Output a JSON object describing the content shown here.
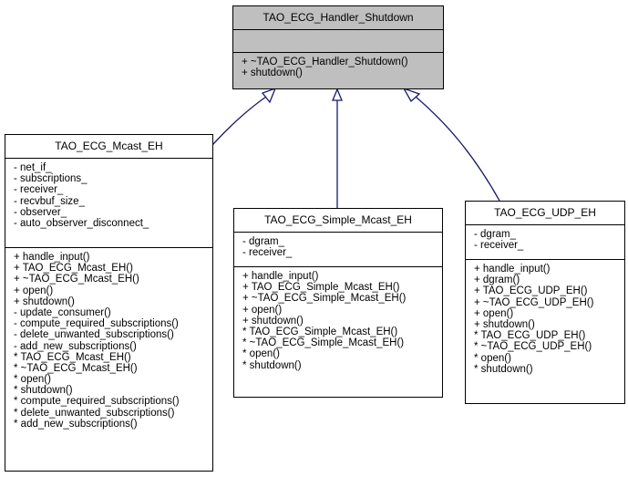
{
  "diagram": {
    "type": "uml-class-inheritance",
    "edge_color": "#191970",
    "base_fill": "#bfbfbf",
    "classes": {
      "base": {
        "name": "TAO_ECG_Handler_Shutdown",
        "attributes": [],
        "methods": [
          "+ ~TAO_ECG_Handler_Shutdown()",
          "+ shutdown()"
        ]
      },
      "mcast": {
        "name": "TAO_ECG_Mcast_EH",
        "attributes": [
          "- net_if_",
          "- subscriptions_",
          "- receiver_",
          "- recvbuf_size_",
          "- observer_",
          "- auto_observer_disconnect_"
        ],
        "methods": [
          "+ handle_input()",
          "+ TAO_ECG_Mcast_EH()",
          "+ ~TAO_ECG_Mcast_EH()",
          "+ open()",
          "+ shutdown()",
          "- update_consumer()",
          "- compute_required_subscriptions()",
          "- delete_unwanted_subscriptions()",
          "- add_new_subscriptions()",
          "* TAO_ECG_Mcast_EH()",
          "* ~TAO_ECG_Mcast_EH()",
          "* open()",
          "* shutdown()",
          "* compute_required_subscriptions()",
          "* delete_unwanted_subscriptions()",
          "* add_new_subscriptions()"
        ]
      },
      "simple": {
        "name": "TAO_ECG_Simple_Mcast_EH",
        "attributes": [
          "- dgram_",
          "- receiver_"
        ],
        "methods": [
          "+ handle_input()",
          "+ TAO_ECG_Simple_Mcast_EH()",
          "+ ~TAO_ECG_Simple_Mcast_EH()",
          "+ open()",
          "+ shutdown()",
          "* TAO_ECG_Simple_Mcast_EH()",
          "* ~TAO_ECG_Simple_Mcast_EH()",
          "* open()",
          "* shutdown()"
        ]
      },
      "udp": {
        "name": "TAO_ECG_UDP_EH",
        "attributes": [
          "- dgram_",
          "- receiver_"
        ],
        "methods": [
          "+ handle_input()",
          "+ dgram()",
          "+ TAO_ECG_UDP_EH()",
          "+ ~TAO_ECG_UDP_EH()",
          "+ open()",
          "+ shutdown()",
          "* TAO_ECG_UDP_EH()",
          "* ~TAO_ECG_UDP_EH()",
          "* open()",
          "* shutdown()"
        ]
      }
    },
    "edges": [
      {
        "from": "TAO_ECG_Mcast_EH",
        "to": "TAO_ECG_Handler_Shutdown",
        "kind": "inheritance"
      },
      {
        "from": "TAO_ECG_Simple_Mcast_EH",
        "to": "TAO_ECG_Handler_Shutdown",
        "kind": "inheritance"
      },
      {
        "from": "TAO_ECG_UDP_EH",
        "to": "TAO_ECG_Handler_Shutdown",
        "kind": "inheritance"
      }
    ]
  }
}
